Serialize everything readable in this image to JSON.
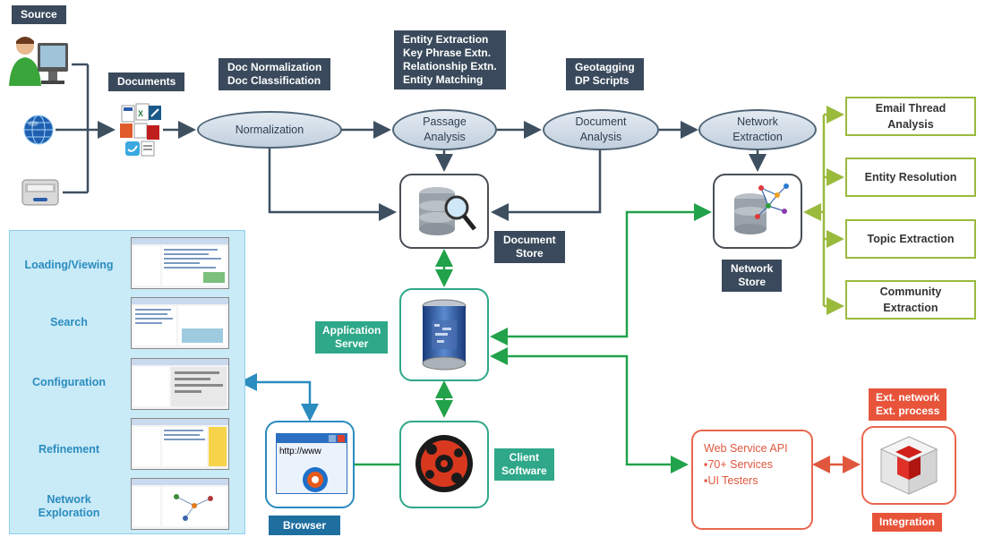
{
  "labels": {
    "source": "Source",
    "documents": "Documents",
    "doc_norm": "Doc Normalization\nDoc Classification",
    "entity": "Entity Extraction\nKey Phrase Extn.\nRelationship Extn.\nEntity Matching",
    "geotag": "Geotagging\nDP Scripts",
    "document_store": "Document\nStore",
    "network_store": "Network\nStore",
    "app_server": "Application\nServer",
    "client_software": "Client\nSoftware",
    "browser": "Browser",
    "ext_network": "Ext. network\nExt. process",
    "integration": "Integration"
  },
  "process_steps": {
    "normalization": "Normalization",
    "passage": "Passage\nAnalysis",
    "document": "Document\nAnalysis",
    "network": "Network\nExtraction"
  },
  "network_outputs": {
    "email": "Email Thread\nAnalysis",
    "entity_res": "Entity Resolution",
    "topic": "Topic Extraction",
    "community": "Community\nExtraction"
  },
  "ui_panel": {
    "loading": "Loading/Viewing",
    "search": "Search",
    "configuration": "Configuration",
    "refinement": "Refinement",
    "network": "Network\nExploration"
  },
  "web_service": {
    "title": "Web Service API",
    "item1": "70+ Services",
    "item2": "UI Testers"
  },
  "browser_url": "http://www",
  "colors": {
    "dark_label": "#3a4a5c",
    "teal": "#2ea889",
    "green_arrow": "#22a24a",
    "olive": "#9aba3c",
    "blue_panel": "#c9eaf7",
    "orange": "#e8543a"
  }
}
